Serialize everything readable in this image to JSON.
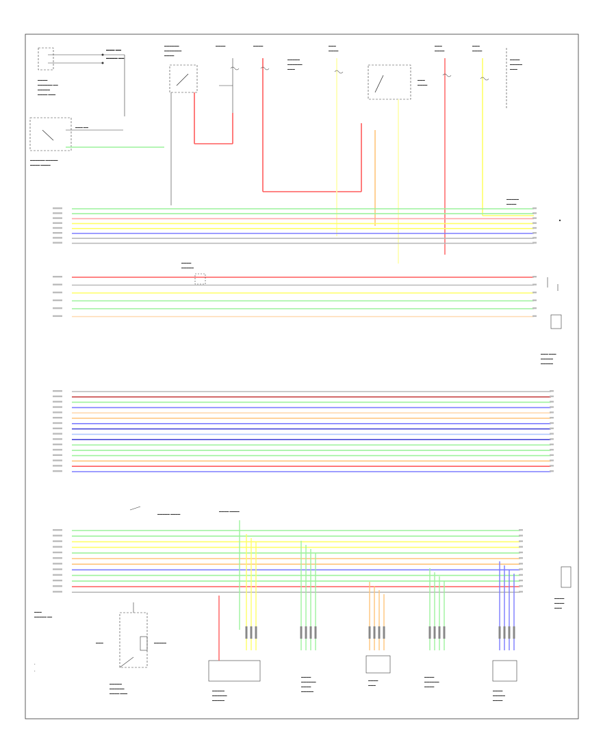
{
  "diagram": {
    "footer_code": "",
    "legend": [
      {
        "marker": "*",
        "text": ""
      },
      {
        "marker": "*",
        "text": ""
      }
    ],
    "wire_colors": {
      "red": "#ff5a5a",
      "pink": "#ffa6a6",
      "yellow": "#ffff66",
      "light_yellow": "#ffffaa",
      "green": "#9cf29c",
      "blue": "#7b7bff",
      "dark_blue": "#4646d8",
      "orange": "#ffc47a",
      "peach": "#ffd9b0",
      "gray": "#b9b9b9",
      "dark_red": "#c84646",
      "light_blue": "#b0c8ff",
      "black": "#333333"
    },
    "top_buses": [
      {
        "label": "",
        "color": "green"
      },
      {
        "label": "",
        "color": "green"
      },
      {
        "label": "",
        "color": "pink"
      },
      {
        "label": "",
        "color": "yellow"
      },
      {
        "label": "",
        "color": "yellow"
      },
      {
        "label": "",
        "color": "blue"
      },
      {
        "label": "",
        "color": "gray"
      },
      {
        "label": "",
        "color": "gray"
      }
    ],
    "mid_buses": [
      {
        "label": "",
        "color": "red"
      },
      {
        "label": "",
        "color": "gray"
      },
      {
        "label": "",
        "color": "yellow"
      },
      {
        "label": "",
        "color": "green"
      },
      {
        "label": "",
        "color": "green"
      },
      {
        "label": "",
        "color": "peach"
      }
    ],
    "lower_buses": [
      {
        "color": "gray"
      },
      {
        "color": "dark_red"
      },
      {
        "color": "green"
      },
      {
        "color": "blue"
      },
      {
        "color": "peach"
      },
      {
        "color": "orange"
      },
      {
        "color": "blue"
      },
      {
        "color": "dark_blue"
      },
      {
        "color": "light_blue"
      },
      {
        "color": "dark_blue"
      },
      {
        "color": "green"
      },
      {
        "color": "green"
      },
      {
        "color": "green"
      },
      {
        "color": "orange"
      },
      {
        "color": "red"
      },
      {
        "color": "blue"
      }
    ],
    "bottom_buses": [
      {
        "color": "green"
      },
      {
        "color": "green"
      },
      {
        "color": "yellow"
      },
      {
        "color": "yellow"
      },
      {
        "color": "green"
      },
      {
        "color": "orange"
      },
      {
        "color": "orange"
      },
      {
        "color": "blue"
      },
      {
        "color": "green"
      },
      {
        "color": "green"
      },
      {
        "color": "red"
      },
      {
        "color": "gray"
      }
    ],
    "components": [
      {
        "id": "comp-top-left",
        "label": ""
      },
      {
        "id": "comp-sensor-switch",
        "label": ""
      },
      {
        "id": "comp-fuse-a",
        "label": ""
      },
      {
        "id": "comp-fuse-b",
        "label": ""
      },
      {
        "id": "comp-fuse-c",
        "label": ""
      },
      {
        "id": "comp-relay",
        "label": ""
      },
      {
        "id": "comp-fuse-d",
        "label": ""
      },
      {
        "id": "comp-fuse-e",
        "label": ""
      },
      {
        "id": "comp-brake-switch",
        "label": ""
      },
      {
        "id": "comp-sensor-right",
        "label": ""
      },
      {
        "id": "comp-speed-sensor",
        "label": ""
      },
      {
        "id": "comp-pcm",
        "label": ""
      },
      {
        "id": "comp-input-sensor",
        "label": ""
      },
      {
        "id": "comp-solenoid-a",
        "label": ""
      },
      {
        "id": "comp-temp-sensor",
        "label": ""
      },
      {
        "id": "comp-solenoid-b",
        "label": ""
      },
      {
        "id": "comp-output-sensor",
        "label": ""
      }
    ]
  }
}
